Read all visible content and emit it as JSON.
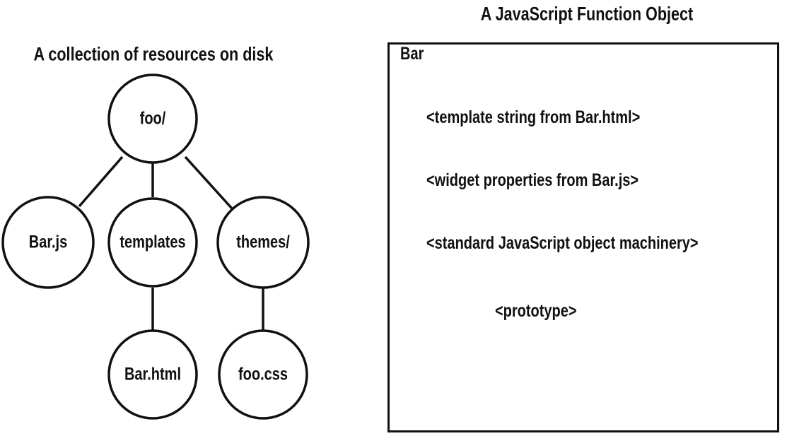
{
  "left": {
    "title": "A collection of resources on disk",
    "nodes": {
      "foo": "foo/",
      "barjs": "Bar.js",
      "templates": "templates",
      "themes": "themes/",
      "barhtml": "Bar.html",
      "foocss": "foo.css"
    }
  },
  "right": {
    "title": "A JavaScript Function Object",
    "box_label": "Bar",
    "lines": [
      "<template string  from Bar.html>",
      "<widget properties from Bar.js>",
      "<standard JavaScript object machinery>",
      "<prototype>"
    ]
  }
}
